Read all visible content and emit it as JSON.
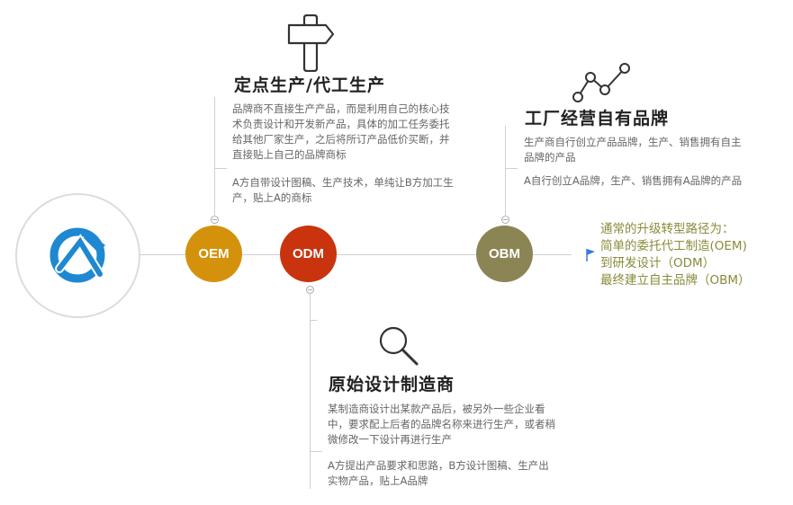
{
  "nodes": {
    "oem": {
      "label": "OEM",
      "color": "#d4920c"
    },
    "odm": {
      "label": "ODM",
      "color": "#c9340f"
    },
    "obm": {
      "label": "OBM",
      "color": "#8b8556"
    }
  },
  "oem_section": {
    "title": "定点生产/代工生产",
    "desc1": "品牌商不直接生产产品，而是利用自己的核心技术负责设计和开发新产品，具体的加工任务委托给其他厂家生产，之后将所订产品低价买断，并直接贴上自己的品牌商标",
    "desc2": "A方自带设计图稿、生产技术，单纯让B方加工生产，贴上A的商标"
  },
  "obm_section": {
    "title": "工厂经营自有品牌",
    "desc1": "生产商自行创立产品品牌，生产、销售拥有自主品牌的产品",
    "desc2": "A自行创立A品牌，生产、销售拥有A品牌的产品"
  },
  "odm_section": {
    "title": "原始设计制造商",
    "desc1": "某制造商设计出某款产品后，被另外一些企业看中，要求配上后者的品牌名称来进行生产，或者稍微修改一下设计再进行生产",
    "desc2": "A方提出产品要求和思路，B方设计图稿、生产出实物产品，贴上A品牌"
  },
  "note": {
    "line1": "通常的升级转型路径为：",
    "line2": "简单的委托代工制造(OEM)",
    "line3": "到研发设计（ODM）",
    "line4": "最终建立自主品牌（OBM）",
    "color": "#8a8a3a",
    "flag_color": "#3a7bd5"
  },
  "logo": {
    "color": "#1e88d2"
  }
}
